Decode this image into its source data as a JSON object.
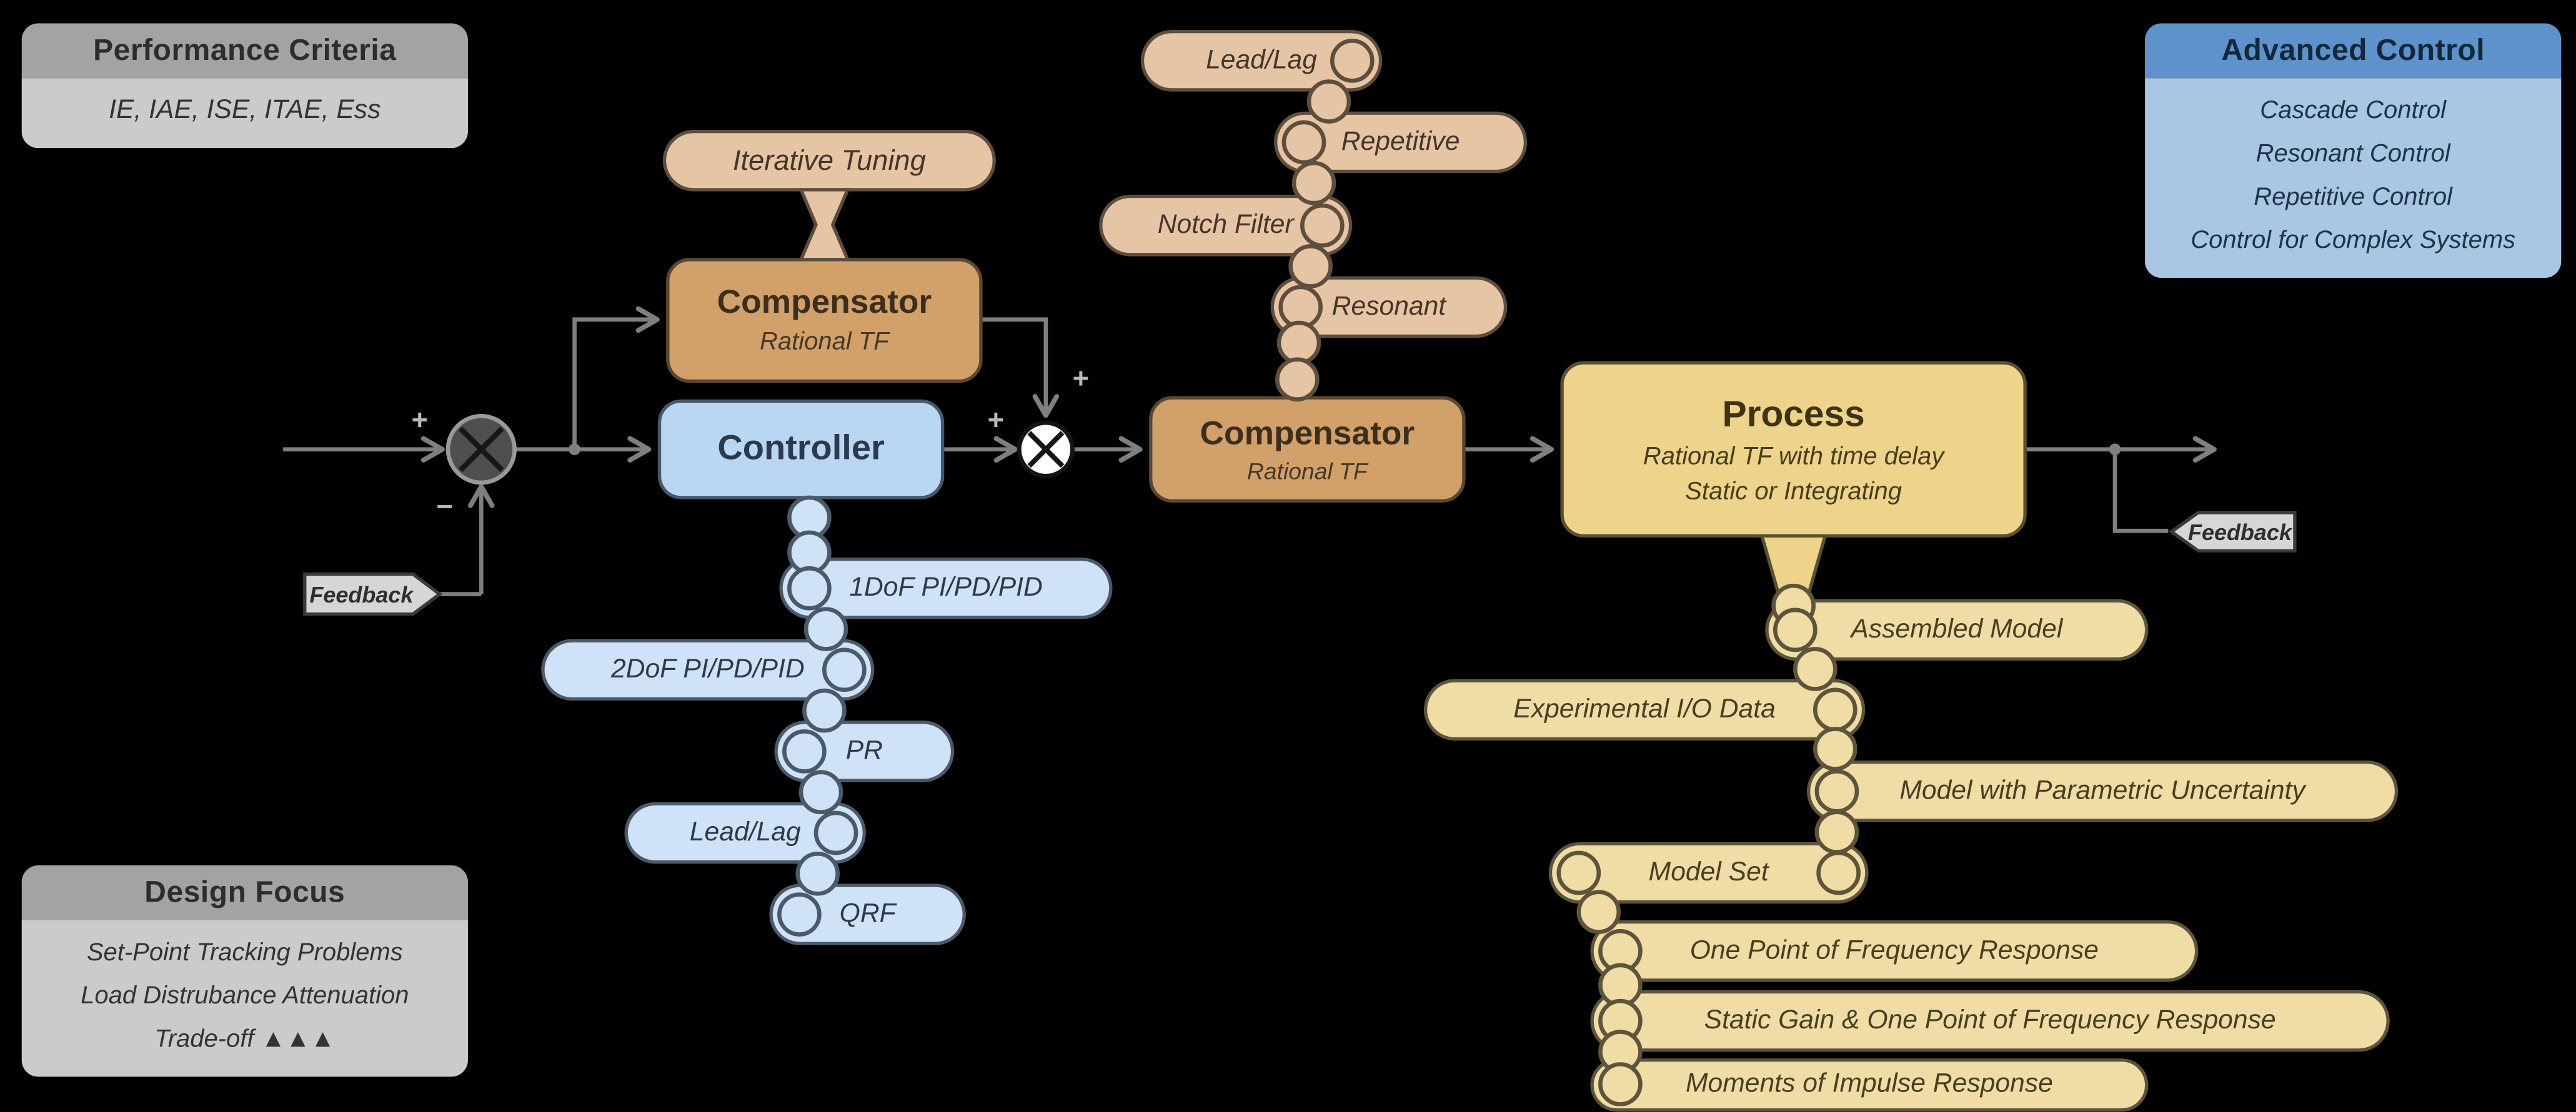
{
  "info_boxes": {
    "performance_criteria": {
      "title": "Performance Criteria",
      "lines": [
        "IE, IAE, ISE, ITAE, Ess"
      ]
    },
    "design_focus": {
      "title": "Design Focus",
      "lines": [
        "Set-Point Tracking Problems",
        "Load Distrubance Attenuation",
        "Trade-off ▲▲▲"
      ]
    },
    "advanced_control": {
      "title": "Advanced Control",
      "lines": [
        "Cascade Control",
        "Resonant Control",
        "Repetitive Control",
        "Control for Complex Systems"
      ]
    }
  },
  "blocks": {
    "iterative_tuning": {
      "label": "Iterative Tuning"
    },
    "compensator_feedforward": {
      "title": "Compensator",
      "subtitle": "Rational TF"
    },
    "controller": {
      "title": "Controller"
    },
    "compensator_series": {
      "title": "Compensator",
      "subtitle": "Rational TF"
    },
    "process": {
      "title": "Process",
      "line1": "Rational TF with time delay",
      "line2": "Static or Integrating"
    }
  },
  "controller_chain": [
    "1DoF PI/PD/PID",
    "2DoF PI/PD/PID",
    "PR",
    "Lead/Lag",
    "QRF"
  ],
  "compensator_chain": [
    "Lead/Lag",
    "Repetitive",
    "Notch Filter",
    "Resonant"
  ],
  "process_chain": [
    "Assembled Model",
    "Experimental I/O Data",
    "Model with Parametric Uncertainty",
    "Model Set",
    "One Point of Frequency Response",
    "Static Gain & One Point of Frequency Response",
    "Moments of Impulse Response"
  ],
  "signs": {
    "sum1_plus": "+",
    "sum1_minus": "−",
    "sum2_plus_left": "+",
    "sum2_plus_top": "+"
  },
  "tags": {
    "feedback_left": "Feedback",
    "feedback_right": "Feedback"
  },
  "colors": {
    "background": "#000000",
    "wire": "#7f7f7f",
    "blue_accent": "#5d92cb",
    "brown_accent": "#d2a069",
    "gold_accent": "#eed38a"
  }
}
